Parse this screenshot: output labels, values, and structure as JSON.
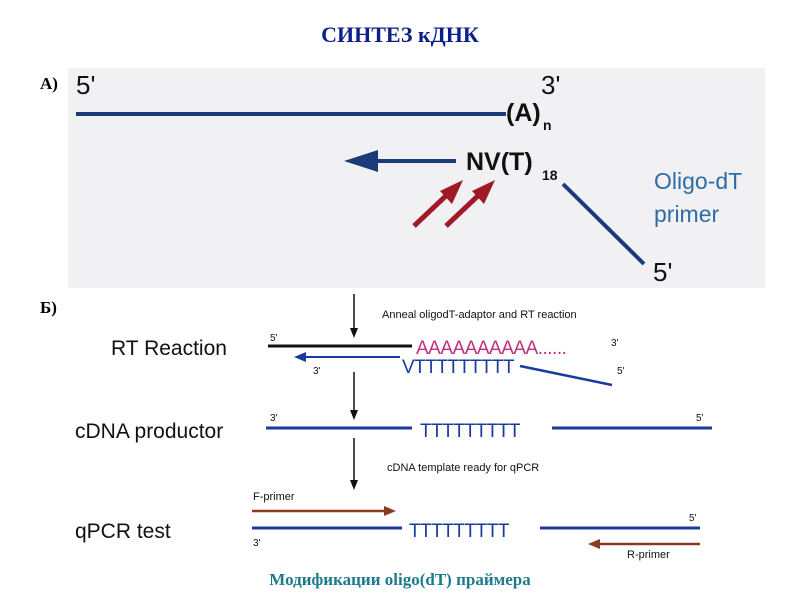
{
  "title": "СИНТЕЗ кДНК",
  "caption": "Модификации oligo(dT) праймера",
  "panel_a": {
    "marker": "А)",
    "label_5prime_top": "5'",
    "label_3prime_top": "3'",
    "poly_a": "(A)",
    "poly_a_sub": "n",
    "primer": "NV(T)",
    "primer_sub": "18",
    "oligo_line1": "Oligo-dT",
    "oligo_line2": "primer",
    "label_5prime_bottom": "5'"
  },
  "panel_b": {
    "marker": "Б)",
    "anneal_text": "Anneal oligodT-adaptor and RT reaction",
    "rt_label": "RT Reaction",
    "rt_5prime": "5'",
    "rt_3prime_left": "3'",
    "rt_poly_a": "AAAAAAAAAA......",
    "rt_3prime_right": "3'",
    "rt_poly_t": "VTTTTTTTTT",
    "rt_5prime_right": "5'",
    "cdna_label": "cDNA productor",
    "cdna_3prime": "3'",
    "cdna_poly_t": "TTTTTTTTT",
    "cdna_5prime": "5'",
    "template_text": "cDNA template ready for  qPCR",
    "f_primer": "F-primer",
    "qpcr_label": "qPCR test",
    "qpcr_5prime": "5'",
    "qpcr_3prime": "3'",
    "qpcr_poly_t": "TTTTTTTTT",
    "r_primer": "R-primer"
  },
  "colors": {
    "title": "#0b1e8a",
    "strand_blue": "#1a3a7a",
    "arrow_red": "#a01a24",
    "oligo_text": "#2e6ca8",
    "poly_a_pink": "#c0307a",
    "primer_brown": "#8b3a22",
    "caption": "#1d7a8c"
  }
}
